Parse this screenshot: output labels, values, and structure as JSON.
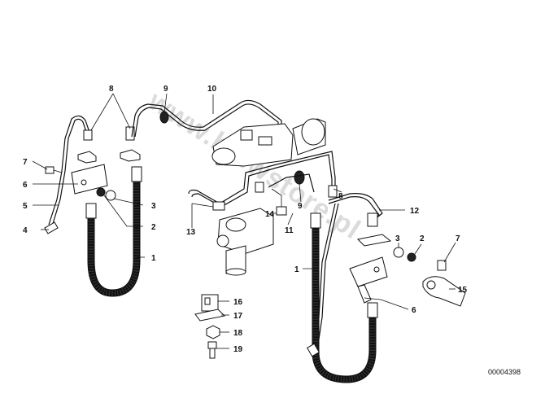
{
  "callouts": {
    "c1l": "1",
    "c2l": "2",
    "c3l": "3",
    "c4": "4",
    "c5": "5",
    "c6l": "6",
    "c7l": "7",
    "c8l": "8",
    "c9t": "9",
    "c10": "10",
    "c13": "13",
    "c14": "14",
    "c9m": "9",
    "c11": "11",
    "c8r": "8",
    "c12": "12",
    "c3r": "3",
    "c2r": "2",
    "c7r": "7",
    "c1r": "1",
    "c15": "15",
    "c6r": "6",
    "c16": "16",
    "c17": "17",
    "c18": "18",
    "c19": "19"
  },
  "watermark": "www.bmwstore.pl",
  "diagram_code": "00004398"
}
